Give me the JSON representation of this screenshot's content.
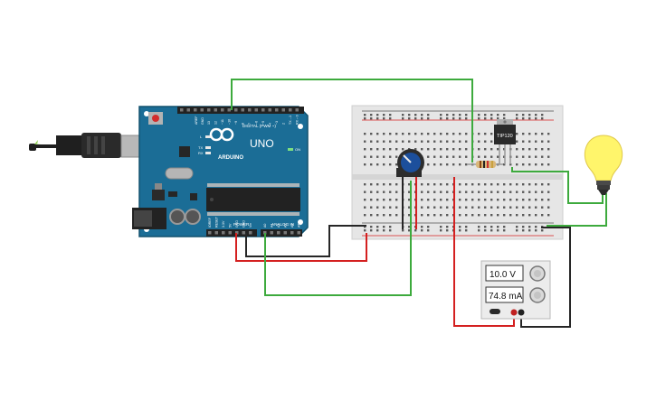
{
  "arduino": {
    "brand": "ARDUINO",
    "model": "UNO",
    "digital_label": "DIGITAL (PWM ~)",
    "power_label": "POWER",
    "analog_label": "ANALOG IN",
    "tx_label": "TX",
    "rx_label": "RX",
    "l_label": "L",
    "on_label": "ON",
    "aref_label": "AREF",
    "gnd_label": "GND",
    "digital_pins": [
      "13",
      "12",
      "~11",
      "~10",
      "~9",
      "8",
      "7",
      "~6",
      "~5",
      "4",
      "~3",
      "2",
      "TX→1",
      "RX←0"
    ],
    "power_pins": [
      "IOREF",
      "RESET",
      "3.3V",
      "5V",
      "GND",
      "GND",
      "Vin"
    ],
    "analog_pins": [
      "A0",
      "A1",
      "A2",
      "A3",
      "A4",
      "A5"
    ]
  },
  "transistor": {
    "label": "TIP120"
  },
  "power_supply": {
    "voltage": "10.0 V",
    "current": "74.8 mA"
  },
  "colors": {
    "board": "#1b6d96",
    "breadboard": "#e6e6e6",
    "wire_green": "#3daa3d",
    "wire_red": "#d42020",
    "wire_black": "#262626",
    "bulb": "#fff56b"
  }
}
